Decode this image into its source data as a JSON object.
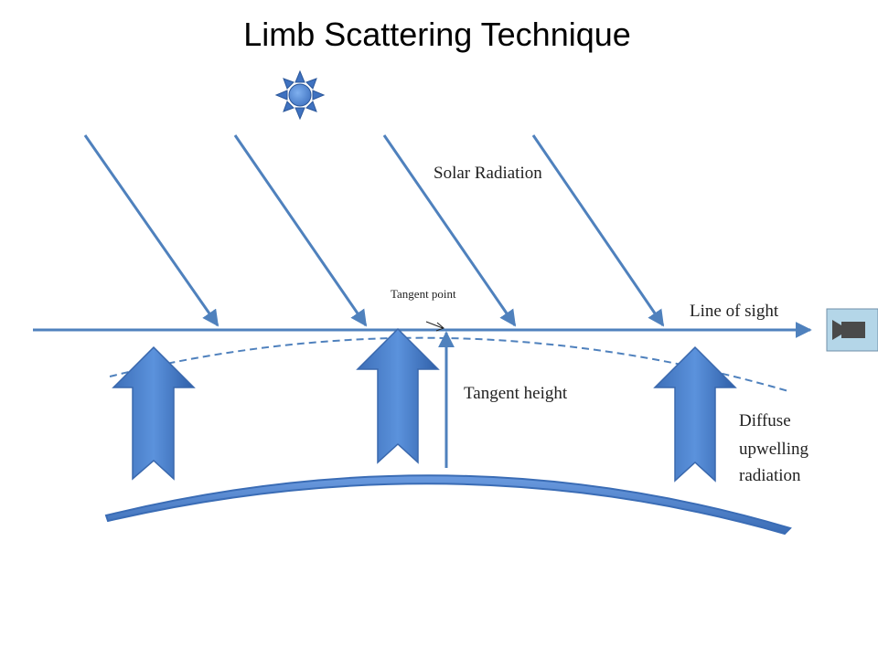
{
  "title": "Limb Scattering Technique",
  "labels": {
    "solar_radiation": "Solar Radiation",
    "tangent_point": "Tangent point",
    "line_of_sight": "Line of sight",
    "tangent_height": "Tangent height",
    "diffuse_line1": "Diffuse",
    "diffuse_line2": "upwelling",
    "diffuse_line3": "radiation"
  },
  "icons": {
    "sun": "sun-icon",
    "camera": "camera-icon"
  },
  "colors": {
    "arrow_blue": "#4f81bd",
    "arrow_dark": "#2e5a9e",
    "arrow_light": "#5b8fd6",
    "camera_bg": "#b4d6e8",
    "camera_body": "#4a4a4a"
  }
}
